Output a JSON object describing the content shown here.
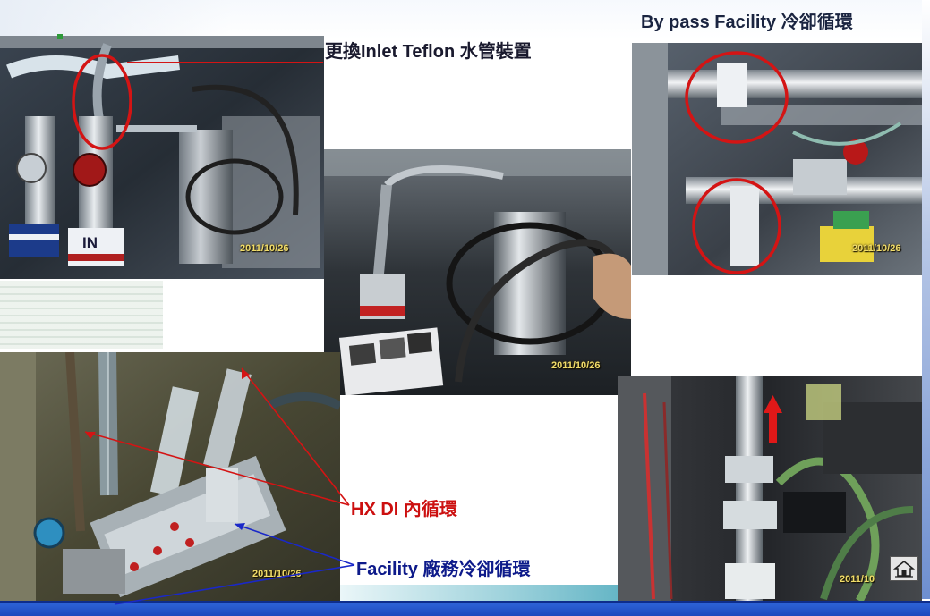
{
  "slide": {
    "title": "By pass Facility 冷卻循環",
    "labels": {
      "teflon": "更換Inlet Teflon 水管裝置",
      "hx": "HX DI 內循環",
      "facility": "Facility 廠務冷卻循環"
    }
  },
  "photos": [
    {
      "id": "photo-top-left",
      "stamp": "2011/10/26",
      "tag": "IN"
    },
    {
      "id": "photo-center",
      "stamp": "2011/10/26"
    },
    {
      "id": "photo-top-right",
      "stamp": "2011/10/26"
    },
    {
      "id": "photo-bottom-left",
      "stamp": "2011/10/26"
    },
    {
      "id": "photo-bottom-right",
      "stamp": "2011/10"
    }
  ],
  "colors": {
    "label_red": "#cc0f0f",
    "label_blue": "#0d1a8a",
    "annotation_red": "#d41414",
    "annotation_blue": "#1a28c8",
    "footer_bar": "#1f4fc8"
  },
  "icons": {
    "home": "home-icon"
  }
}
